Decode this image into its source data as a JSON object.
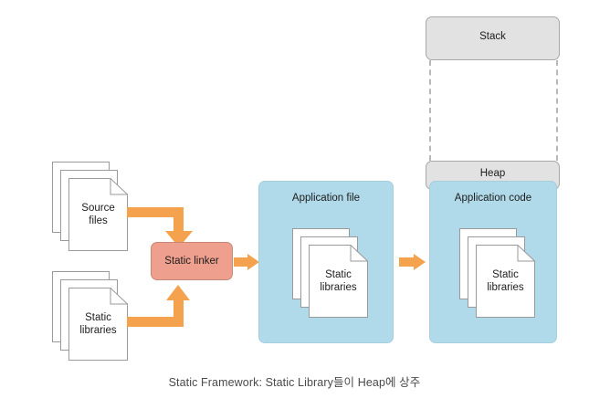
{
  "diagram": {
    "caption": "Static Framework: Static Library들이 Heap에 상주",
    "colors": {
      "arrow": "#f4a24d",
      "blue_box": "#b0dae9",
      "gray_box": "#e2e2e2",
      "salmon_box": "#ef9f8d",
      "document_border": "#9a9a9a",
      "dashed_line": "#b8b8b8",
      "text": "#1d1d1d",
      "caption_text": "#4a4a4a",
      "background": "#ffffff"
    },
    "inputs": [
      {
        "id": "source-files",
        "label": "Source\nfiles"
      },
      {
        "id": "static-libraries-input",
        "label": "Static\nlibraries"
      }
    ],
    "linker": {
      "label": "Static linker"
    },
    "application_file": {
      "title": "Application file",
      "contents_label": "Static\nlibraries"
    },
    "memory": {
      "stack": {
        "label": "Stack"
      },
      "heap": {
        "label": "Heap"
      },
      "application_code": {
        "title": "Application code",
        "contents_label": "Static\nlibraries"
      }
    },
    "arrows": [
      {
        "id": "source-to-linker",
        "from": "Source files",
        "to": "Static linker",
        "shape": "elbow-down"
      },
      {
        "id": "libraries-to-linker",
        "from": "Static libraries",
        "to": "Static linker",
        "shape": "elbow-up"
      },
      {
        "id": "linker-to-appfile",
        "from": "Static linker",
        "to": "Application file",
        "shape": "straight-right"
      },
      {
        "id": "appfile-to-appcode",
        "from": "Application file",
        "to": "Application code",
        "shape": "straight-right"
      }
    ]
  }
}
